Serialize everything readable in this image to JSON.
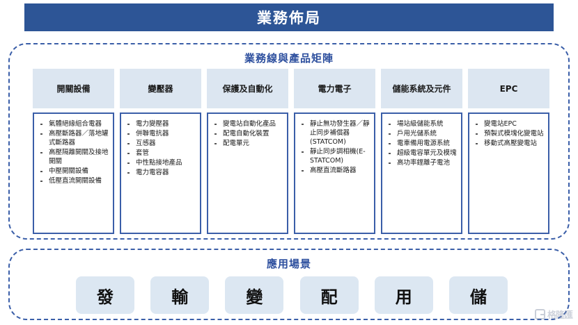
{
  "banner": {
    "title": "業務佈局"
  },
  "matrix": {
    "heading": "業務線與產品矩陣",
    "columns": [
      {
        "header": "開關設備",
        "items": [
          "氣體絕緣組合電器",
          "高壓斷路器／落地罐式斷路器",
          "高壓隔離開關及接地開關",
          "中壓開關設備",
          "低壓直流開關設備"
        ]
      },
      {
        "header": "變壓器",
        "items": [
          "電力變壓器",
          "併聯電抗器",
          "互感器",
          "套管",
          "中性點接地產品",
          "電力電容器"
        ]
      },
      {
        "header": "保護及自動化",
        "items": [
          "變電站自動化產品",
          "配電自動化裝置",
          "配電單元"
        ]
      },
      {
        "header": "電力電子",
        "items": [
          "靜止無功發生器／靜止同步補償器(STATCOM)",
          "靜止同步調相機(E-STATCOM)",
          "高壓直流斷路器"
        ]
      },
      {
        "header": "儲能系統及元件",
        "items": [
          "場站級儲能系統",
          "戶用光儲系統",
          "電車備用電源系統",
          "超級電容單元及模塊",
          "高功率鋰離子電池"
        ]
      },
      {
        "header": "EPC",
        "items": [
          "變電站EPC",
          "預製式模塊化變電站",
          "移動式高壓變電站"
        ]
      }
    ]
  },
  "scenario": {
    "heading": "應用場景",
    "boxes": [
      {
        "label": "發"
      },
      {
        "label": "輸"
      },
      {
        "label": "變"
      },
      {
        "label": "配"
      },
      {
        "label": "用"
      },
      {
        "label": "儲"
      }
    ]
  },
  "watermark": {
    "text": "格隆匯"
  },
  "colors": {
    "banner_bg": "#2d5596",
    "panel_border": "#3a5ea8",
    "header_box_bg": "#dce6f1",
    "scenario_box_bg": "#dce7f2",
    "heading_text": "#2d4f9e"
  }
}
